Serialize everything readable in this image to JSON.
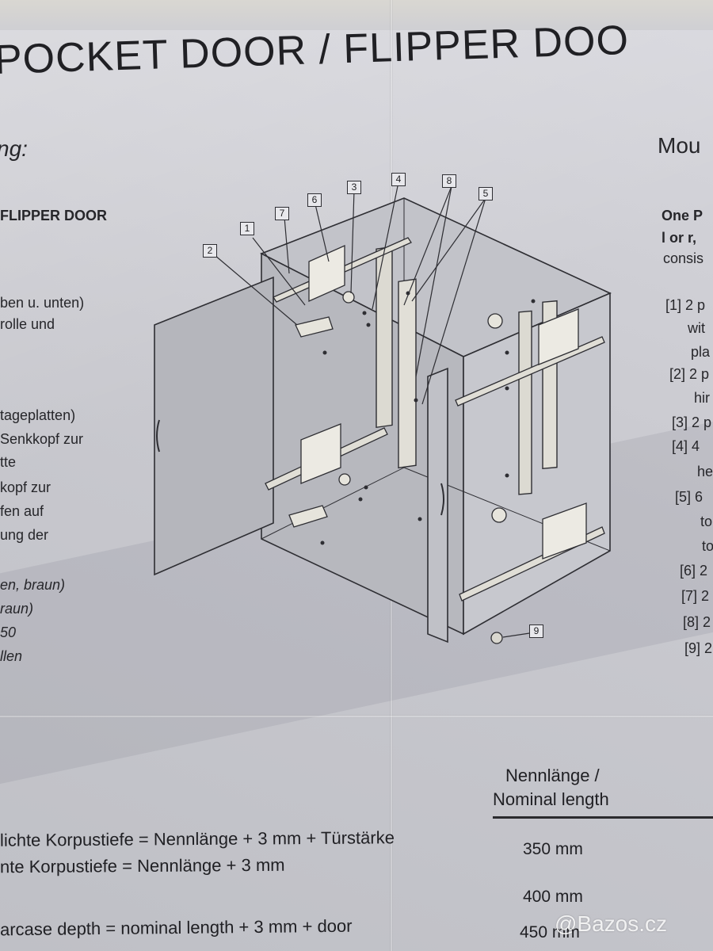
{
  "title": "POCKET DOOR / FLIPPER DOO",
  "left_heading": "ng:",
  "right_heading": "Mou",
  "left_column": {
    "subtitle": "FLIPPER DOOR",
    "lines": [
      "ben u. unten)",
      "rolle und",
      "tageplatten)",
      "Senkkopf zur",
      "tte",
      "kopf zur",
      "fen auf",
      "ung der",
      "en, braun)",
      "raun)",
      "50",
      "llen"
    ]
  },
  "right_column": {
    "lines": [
      "One P",
      "l or r,",
      "consis",
      "[1] 2 p",
      "wit",
      "pla",
      "[2] 2 p",
      "hir",
      "[3] 2 p",
      "[4] 4",
      "he",
      "[5] 6",
      "to",
      "to",
      "[6] 2",
      "[7] 2",
      "[8] 2",
      "[9] 2"
    ]
  },
  "callouts": [
    "1",
    "2",
    "3",
    "4",
    "5",
    "6",
    "7",
    "8",
    "9"
  ],
  "formulas": [
    "lichte Korpustiefe = Nennlänge + 3 mm + Türstärke",
    "nte Korpustiefe = Nennlänge + 3 mm",
    "arcase depth = nominal length + 3 mm + door"
  ],
  "table": {
    "header_line1": "Nennlänge /",
    "header_line2": "Nominal length",
    "lengths": [
      "350 mm",
      "400 mm",
      "450 mm"
    ]
  },
  "watermark": "@Bazos.cz"
}
